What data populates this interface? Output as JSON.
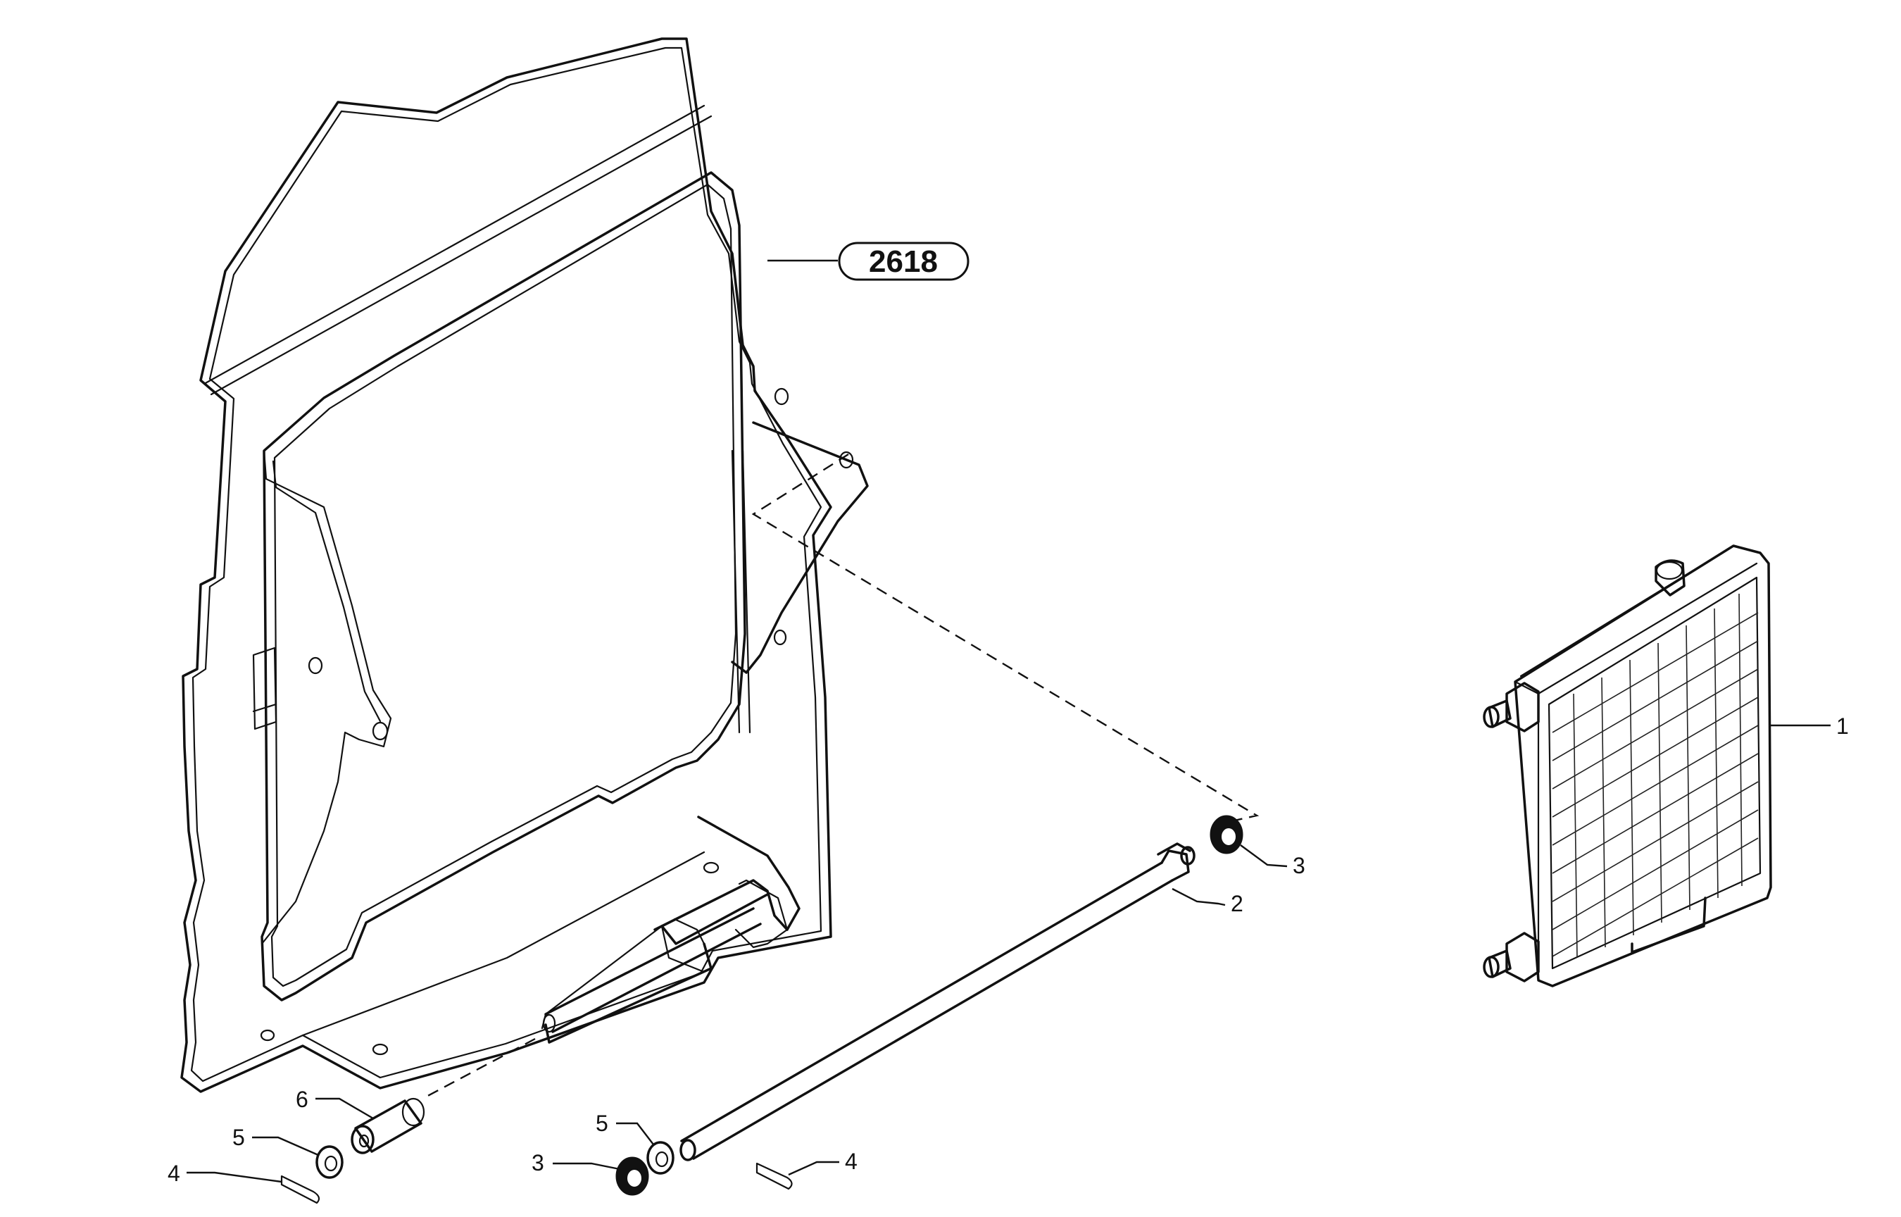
{
  "reference_badge": "2618",
  "callouts": [
    {
      "id": "c1",
      "label": "1"
    },
    {
      "id": "c2",
      "label": "2"
    },
    {
      "id": "c3a",
      "label": "3"
    },
    {
      "id": "c3b",
      "label": "3"
    },
    {
      "id": "c4a",
      "label": "4"
    },
    {
      "id": "c4b",
      "label": "4"
    },
    {
      "id": "c5a",
      "label": "5"
    },
    {
      "id": "c5b",
      "label": "5"
    },
    {
      "id": "c6",
      "label": "6"
    }
  ]
}
